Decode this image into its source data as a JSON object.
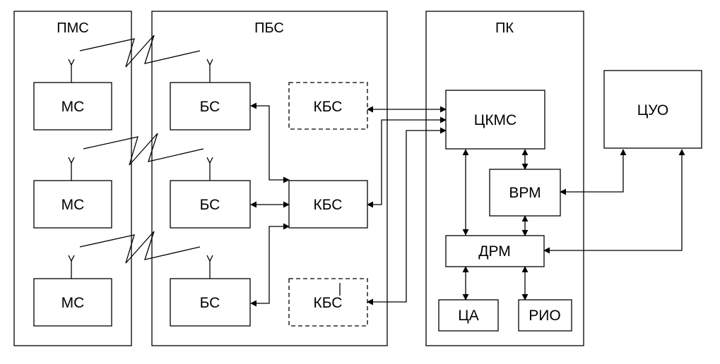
{
  "groups": {
    "pms": "ПМС",
    "pbs": "ПБС",
    "pk": "ПК"
  },
  "blocks": {
    "ms1": "МС",
    "ms2": "МС",
    "ms3": "МС",
    "bs1": "БС",
    "bs2": "БС",
    "bs3": "БС",
    "kbs_top": "КБС",
    "kbs_mid": "КБС",
    "kbs_bot": "КБС",
    "tskms": "ЦКМС",
    "vrm": "ВРМ",
    "drm": "ДРМ",
    "tsa": "ЦА",
    "rio": "РИО",
    "tsuo": "ЦУО"
  }
}
